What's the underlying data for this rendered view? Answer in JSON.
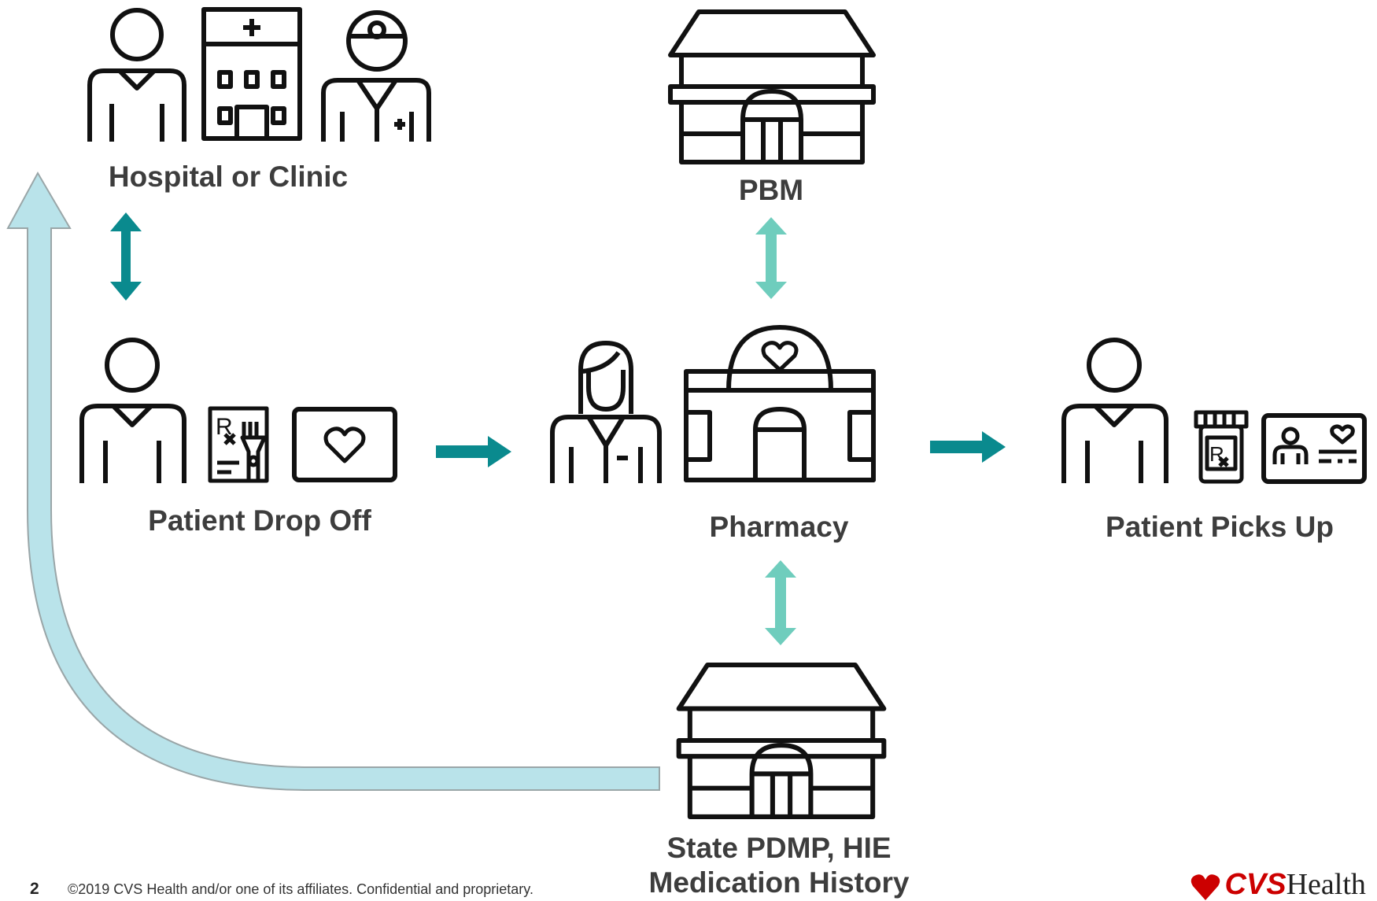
{
  "nodes": {
    "hospital": {
      "label": "Hospital or Clinic"
    },
    "pbm": {
      "label": "PBM"
    },
    "dropoff": {
      "label": "Patient Drop Off"
    },
    "pharmacy": {
      "label": "Pharmacy"
    },
    "pickup": {
      "label": "Patient Picks Up"
    },
    "pdmp": {
      "label_line1": "State PDMP, HIE",
      "label_line2": "Medication History"
    }
  },
  "footer": {
    "page_number": "2",
    "copyright": "©2019 CVS Health and/or one of its affiliates. Confidential and proprietary.",
    "logo_text_bold": "CVS",
    "logo_text_regular": "Health"
  },
  "colors": {
    "dark_teal": "#0a8a8e",
    "light_teal": "#6fcdbd",
    "light_blue": "#b9e3ea",
    "logo_red": "#cc0000"
  },
  "icons": {
    "hospital": [
      "person-icon",
      "hospital-building-icon",
      "doctor-icon"
    ],
    "pbm": [
      "storefront-icon"
    ],
    "dropoff": [
      "person-icon",
      "prescription-paper-icon",
      "insurance-card-icon"
    ],
    "pharmacy": [
      "pharmacist-icon",
      "pharmacy-building-icon"
    ],
    "pickup": [
      "person-icon",
      "pill-bottle-icon",
      "id-card-icon"
    ],
    "pdmp": [
      "storefront-icon"
    ]
  }
}
